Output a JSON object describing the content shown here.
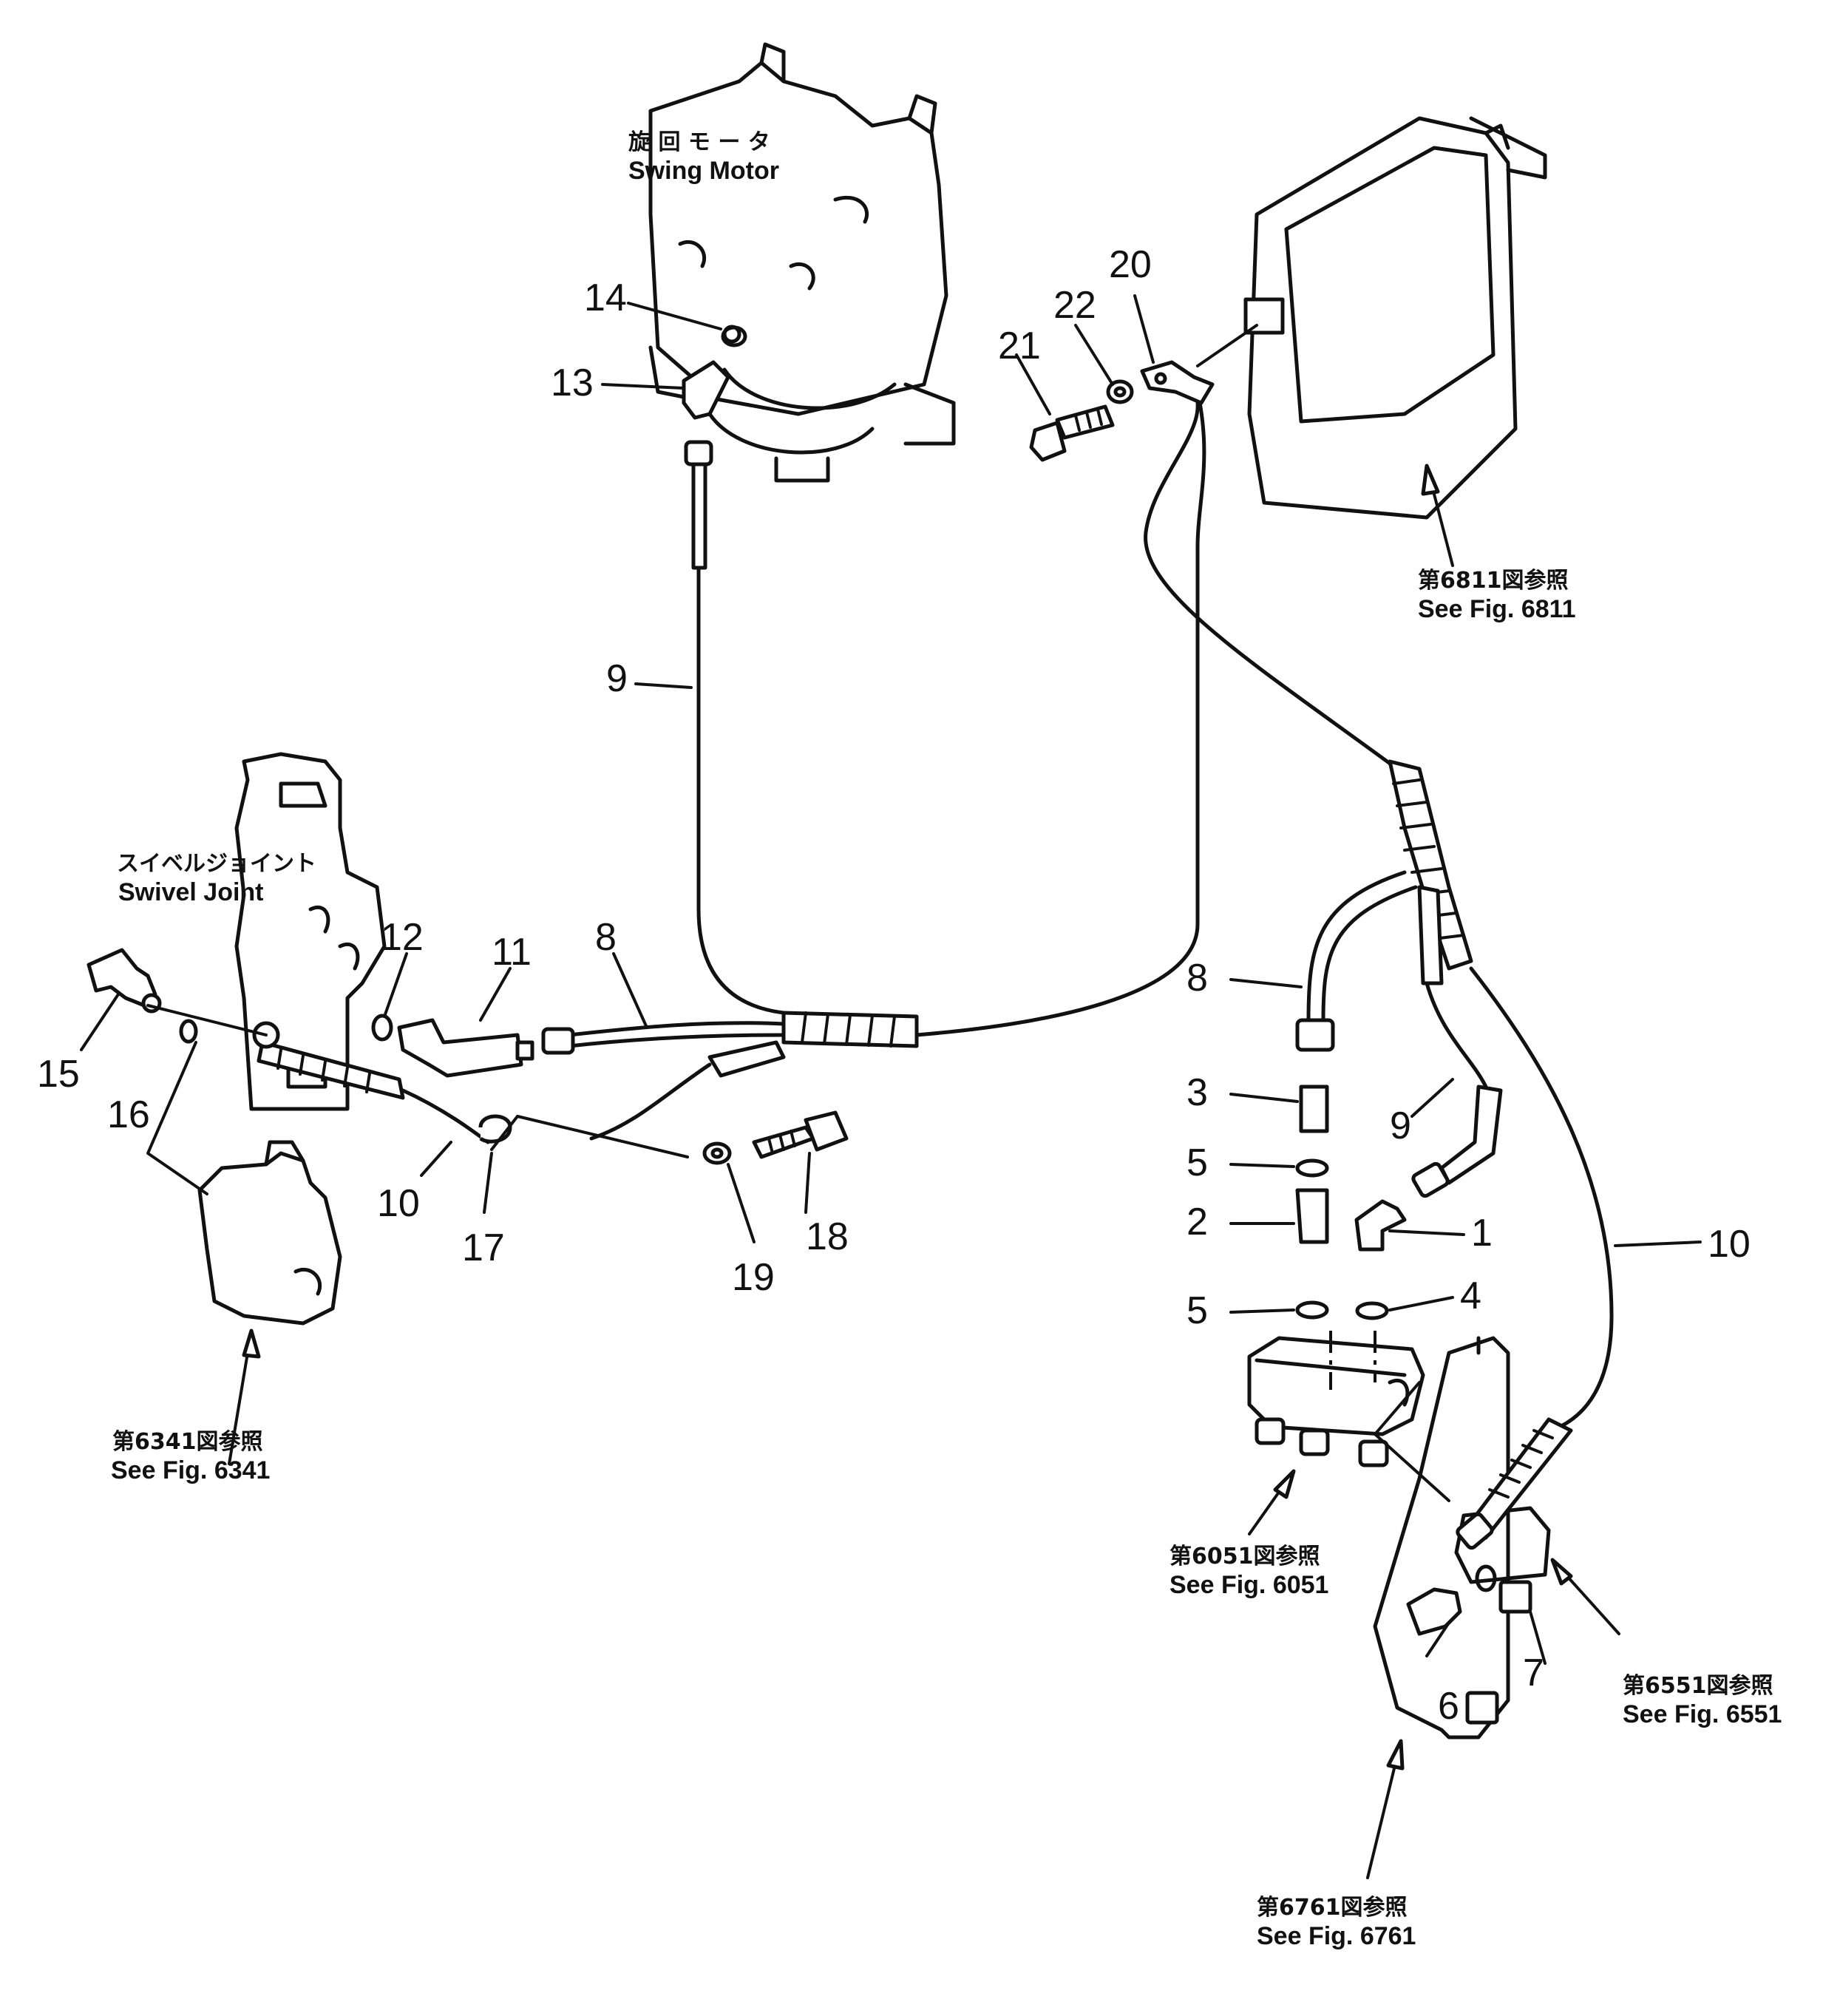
{
  "components": {
    "swing_motor": {
      "label_jp": "旋 回 モ ー タ",
      "label_en": "Swing Motor"
    },
    "swivel_joint": {
      "label_jp": "スイベルジョイント",
      "label_en": "Swivel Joint"
    }
  },
  "references": [
    {
      "id": "ref-6811",
      "jp": "第6811図参照",
      "en": "See Fig. 6811"
    },
    {
      "id": "ref-6341",
      "jp": "第6341図参照",
      "en": "See Fig. 6341"
    },
    {
      "id": "ref-6051",
      "jp": "第6051図参照",
      "en": "See Fig. 6051"
    },
    {
      "id": "ref-6551",
      "jp": "第6551図参照",
      "en": "See Fig. 6551"
    },
    {
      "id": "ref-6761",
      "jp": "第6761図参照",
      "en": "See Fig. 6761"
    }
  ],
  "callouts": {
    "c1": "1",
    "c2": "2",
    "c3": "3",
    "c4": "4",
    "c5a": "5",
    "c5b": "5",
    "c6": "6",
    "c7": "7",
    "c8a": "8",
    "c8b": "8",
    "c9a": "9",
    "c9b": "9",
    "c10a": "10",
    "c10b": "10",
    "c11": "11",
    "c12": "12",
    "c13": "13",
    "c14": "14",
    "c15": "15",
    "c16": "16",
    "c17": "17",
    "c18": "18",
    "c19": "19",
    "c20": "20",
    "c21": "21",
    "c22": "22"
  }
}
